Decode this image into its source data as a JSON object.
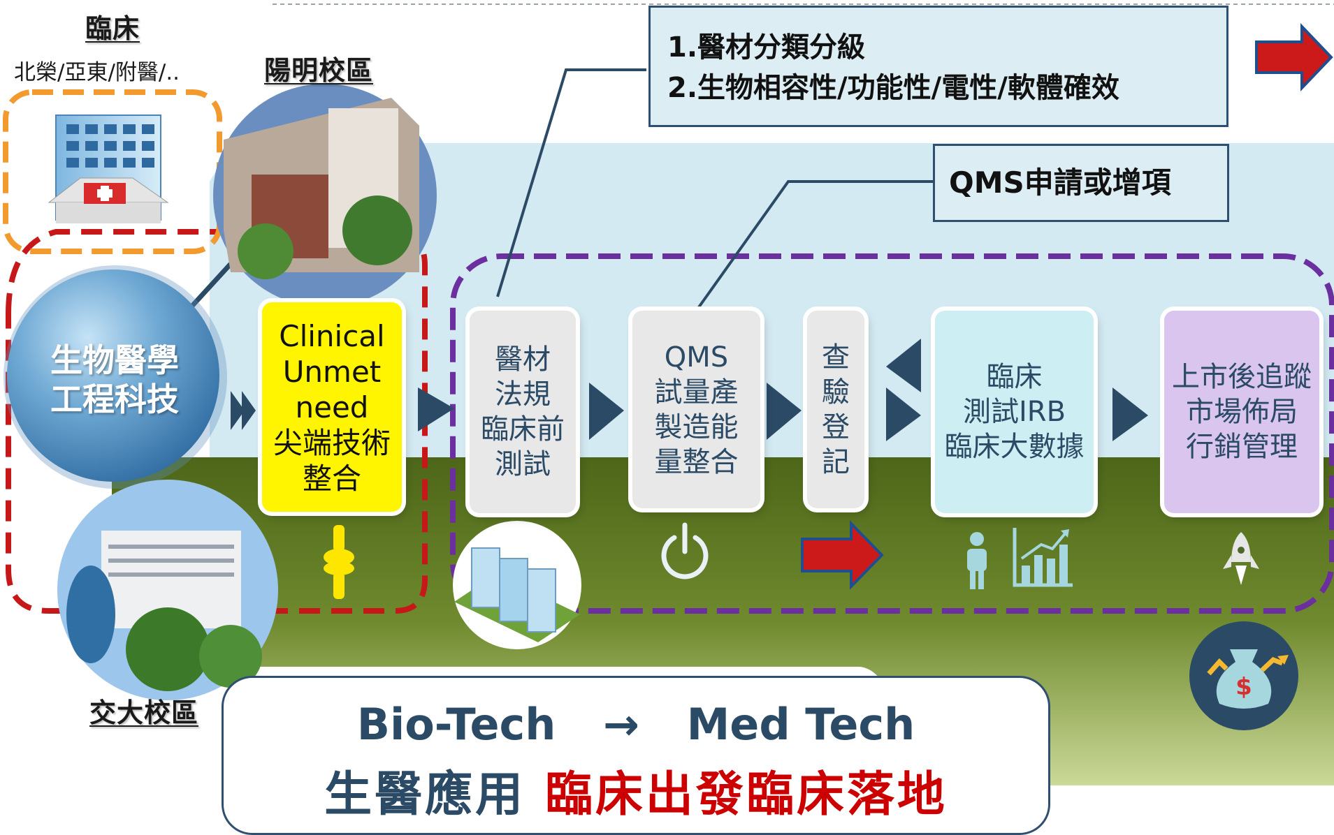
{
  "sites": {
    "clinical_title": "臨床",
    "clinical_partners": "北榮/亞東/附醫/..",
    "yangming_campus": "陽明校區",
    "jiaoda_campus": "交大校區"
  },
  "hub": {
    "line1": "生物醫學",
    "line2": "工程科技"
  },
  "callouts": {
    "regulation_line1": "1.醫材分類分級",
    "regulation_line2": "2.生物相容性/功能性/電性/軟體確效",
    "qms": "QMS申請或增項"
  },
  "steps": [
    {
      "text": "Clinical\nUnmet\nneed\n尖端技術\n整合",
      "color": "#fff500"
    },
    {
      "text": "醫材\n法規\n臨床前\n測試",
      "color": "#e8e8e8"
    },
    {
      "text": "QMS\n試量產\n製造能\n量整合",
      "color": "#e8e8e8"
    },
    {
      "text": "查\n驗\n登\n記",
      "color": "#e8e8e8"
    },
    {
      "text": "臨床\n測試IRB\n臨床大數據",
      "color": "#cdeef2"
    },
    {
      "text": "上市後追蹤\n市場佈局\n行銷管理",
      "color": "#d9c5ee"
    }
  ],
  "icons": [
    "hospital-icon",
    "knee-joint-icon",
    "buildings-icon",
    "power-icon",
    "right-arrow-icon",
    "person-icon",
    "bar-chart-icon",
    "rocket-icon",
    "money-bag-icon"
  ],
  "caption": {
    "from": "Bio-Tech",
    "arrow": "→",
    "to": "Med Tech",
    "line2_dark": "生醫應用 ",
    "line2_red": "臨床出發臨床落地"
  },
  "colors": {
    "navy": "#2b4a66",
    "sky": "#d4eaf2",
    "olive": "#6f8a2e",
    "red_dash": "#c61818",
    "orange_dash": "#f39a2e",
    "purple_dash": "#6b2fa0",
    "accent_red": "#cc0000"
  }
}
